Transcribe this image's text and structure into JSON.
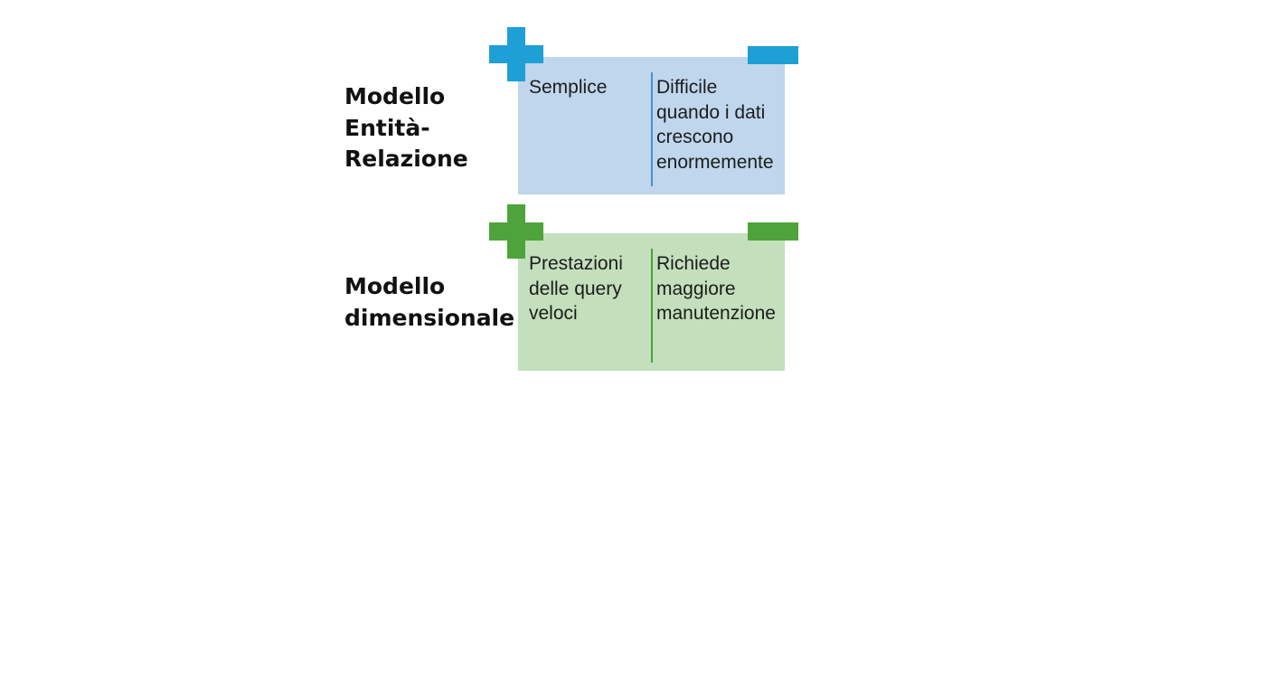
{
  "rows": [
    {
      "title": "Modello\nEntità-\nRelazione",
      "pro": "Semplice",
      "con": "Difficile\nquando i dati\ncrescono\nenormemente",
      "colors": {
        "card": "#bfd6ec",
        "accent": "#1ea0d6",
        "divider": "#4d8fc8"
      },
      "icons": {
        "pro": "plus-icon",
        "con": "minus-icon"
      }
    },
    {
      "title": "Modello\ndimensionale",
      "pro": "Prestazioni\ndelle query\nveloci",
      "con": "Richiede\nmaggiore\nmanutenzione",
      "colors": {
        "card": "#c4dfbc",
        "accent": "#4ea43a",
        "divider": "#4aa03c"
      },
      "icons": {
        "pro": "plus-icon",
        "con": "minus-icon"
      }
    }
  ]
}
